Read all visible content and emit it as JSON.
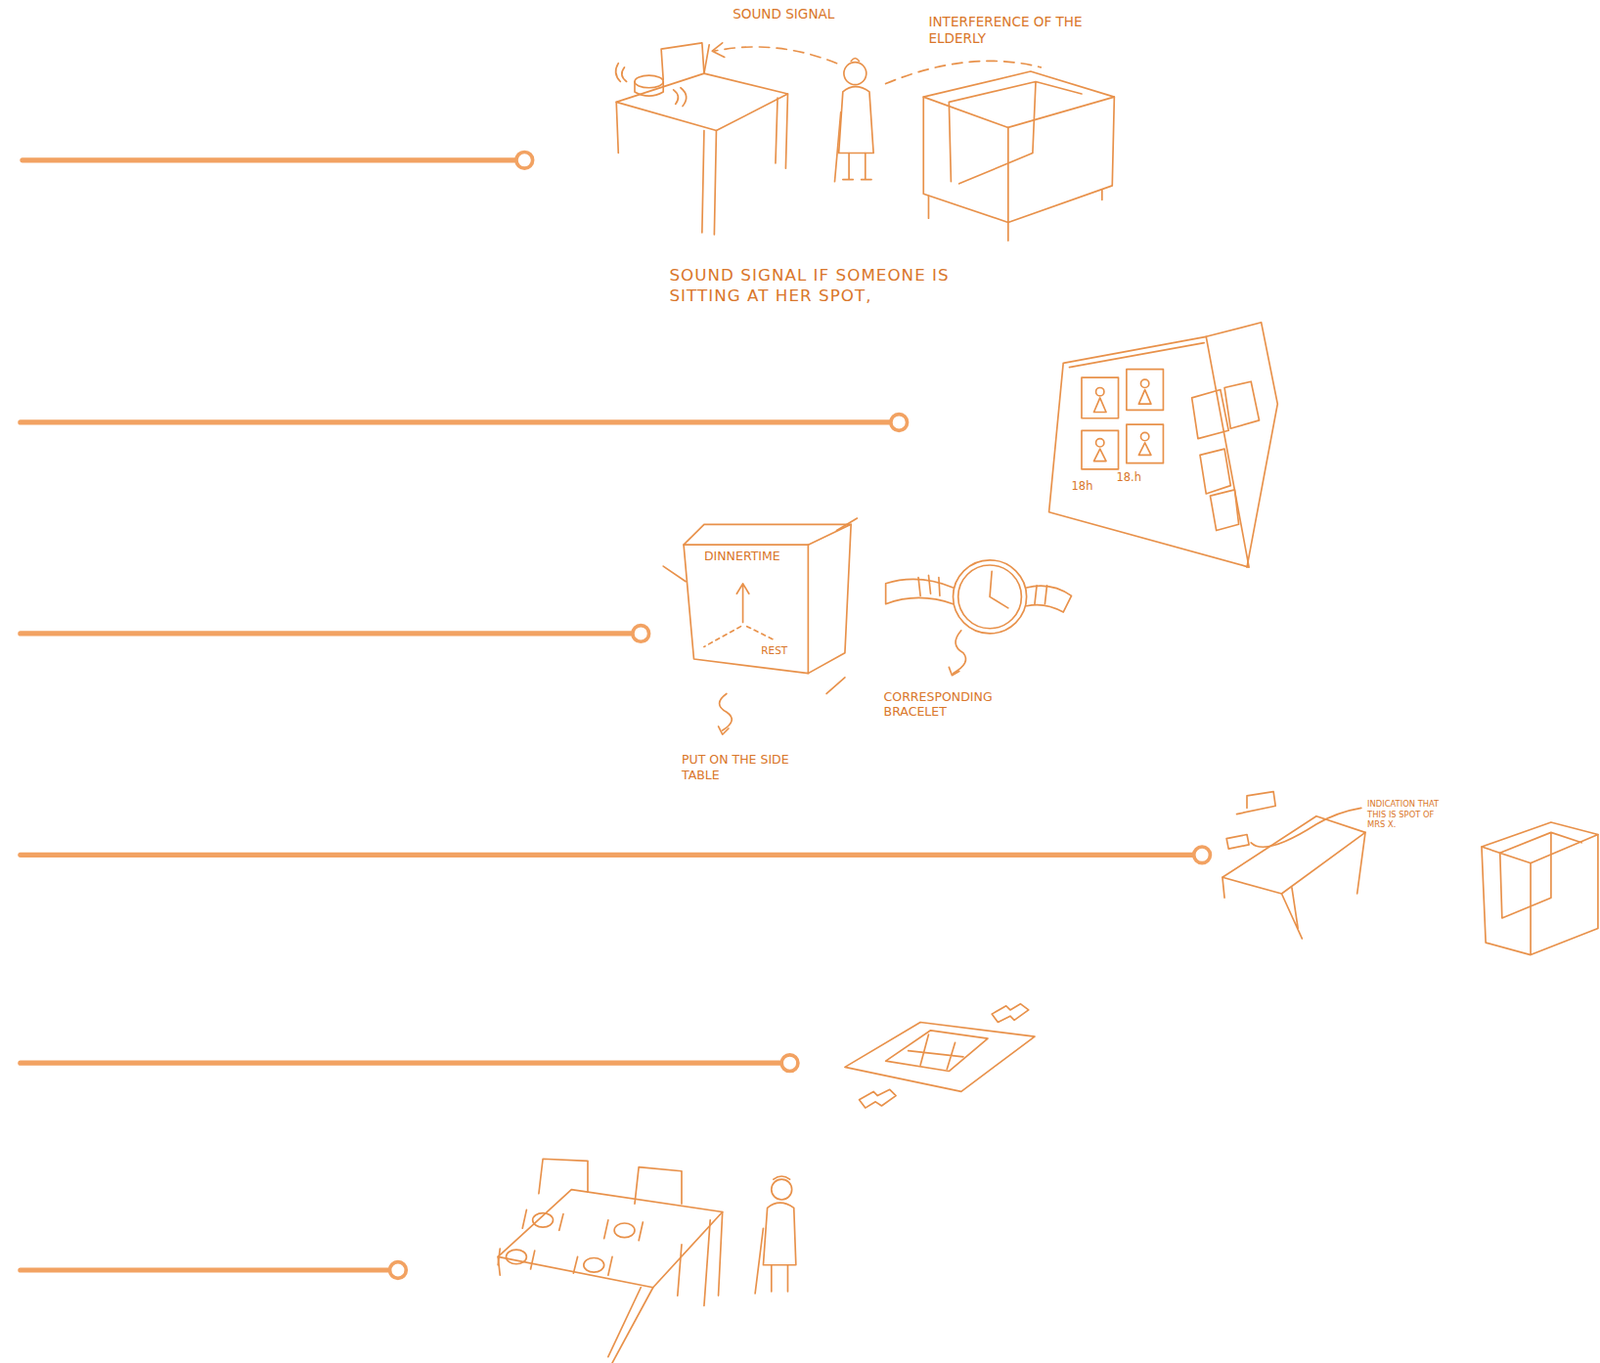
{
  "diagram": {
    "labels": [
      "SOUND SIGNAL",
      "INTERFERENCE OF THE ELDERLY",
      "SOUND SIGNAL IF SOMEONE IS SITTING AT HER SPOT,",
      "18h",
      "18.h",
      "DINNERTIME",
      "REST",
      "PUT ON THE SIDE TABLE",
      "CORRESPONDING BRACELET",
      "INDICATION THAT THIS IS SPOT OF MRS X."
    ]
  }
}
